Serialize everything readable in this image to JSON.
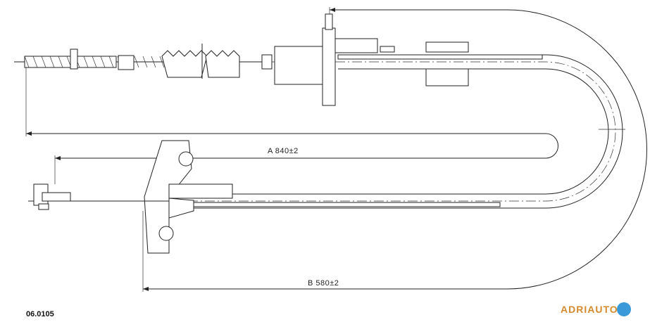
{
  "dimensions": {
    "a_label": "A  840±2",
    "b_label": "B  580±2"
  },
  "part_number": "06.0105",
  "brand": {
    "name": "ADRIAUTO",
    "logo_text_color": "#d68a2e",
    "logo_circle_color": "#3a9ad9"
  }
}
